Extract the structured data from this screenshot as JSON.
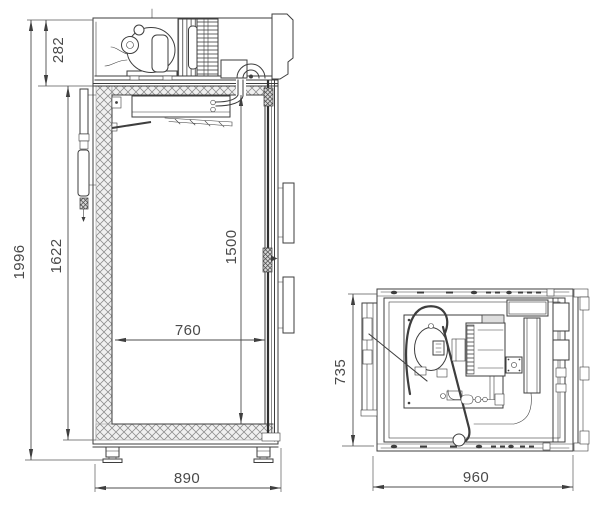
{
  "drawing": {
    "side_view": {
      "dim_unit_height": "282",
      "dim_overall_height": "1996",
      "dim_cabinet_height": "1622",
      "dim_inner_height": "1500",
      "dim_inner_depth": "760",
      "dim_overall_depth": "890"
    },
    "top_view": {
      "dim_overall_depth": "735",
      "dim_overall_width": "960"
    },
    "colors": {
      "line": "#3e3e3e",
      "dimension": "#4a4a4a",
      "hatch": "#8d8d8d",
      "background": "#ffffff"
    }
  }
}
